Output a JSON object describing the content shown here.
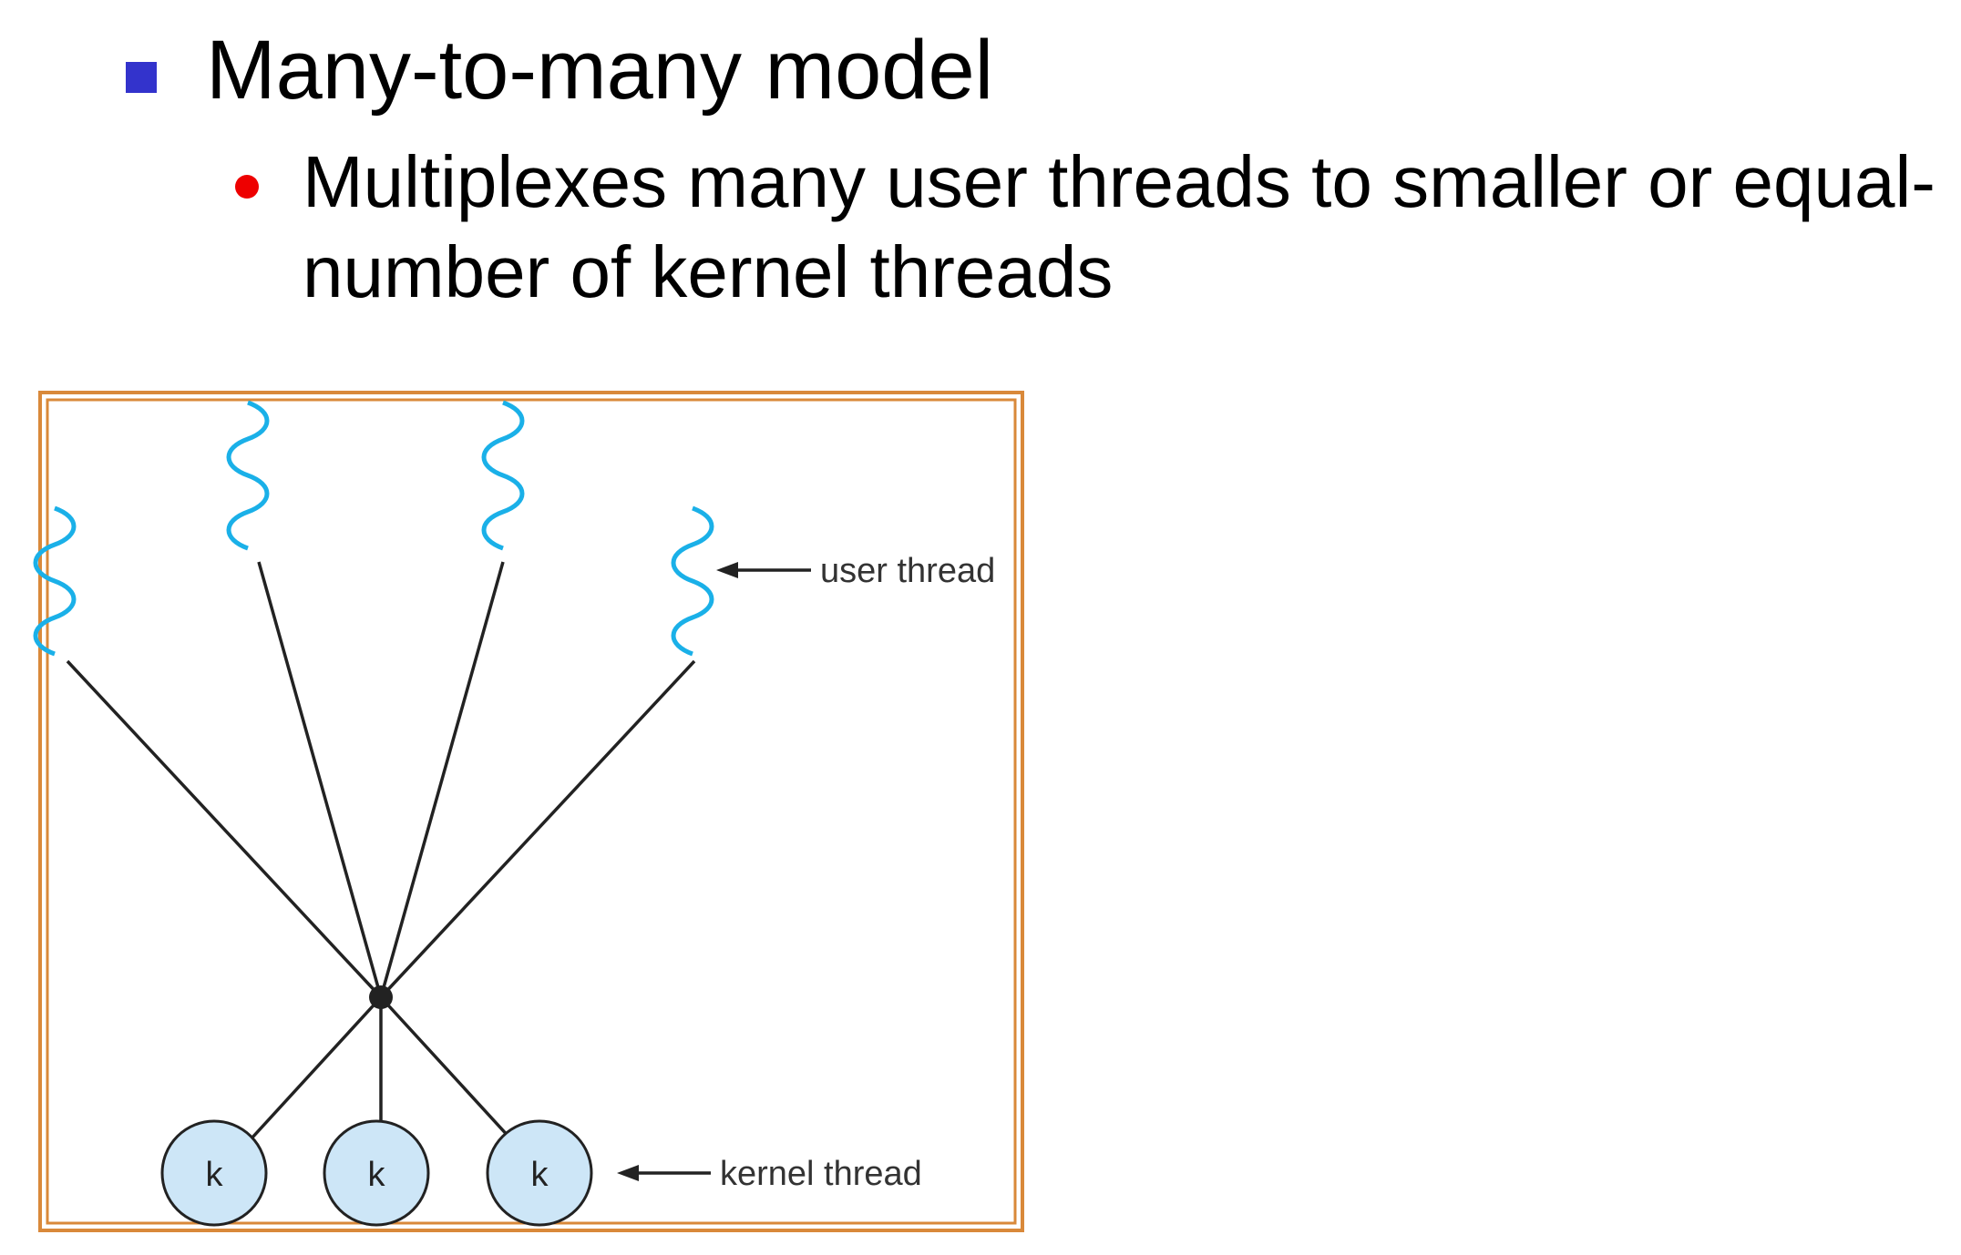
{
  "slide": {
    "heading": "Many-to-many model",
    "bullet": {
      "line1": "Multiplexes many user threads to smaller or equal-",
      "line2": "number of kernel threads"
    }
  },
  "diagram": {
    "user_thread_label": "user thread",
    "kernel_thread_label": "kernel thread",
    "user_thread_count": 4,
    "kernel_threads": [
      {
        "label": "k"
      },
      {
        "label": "k"
      },
      {
        "label": "k"
      }
    ]
  },
  "colors": {
    "bullet_l1": "#3333cc",
    "bullet_l2": "#ee0000",
    "frame": "#d9893a",
    "thread_wave": "#1ab0e8",
    "kernel_fill": "#cde6f7",
    "line": "#222222"
  }
}
